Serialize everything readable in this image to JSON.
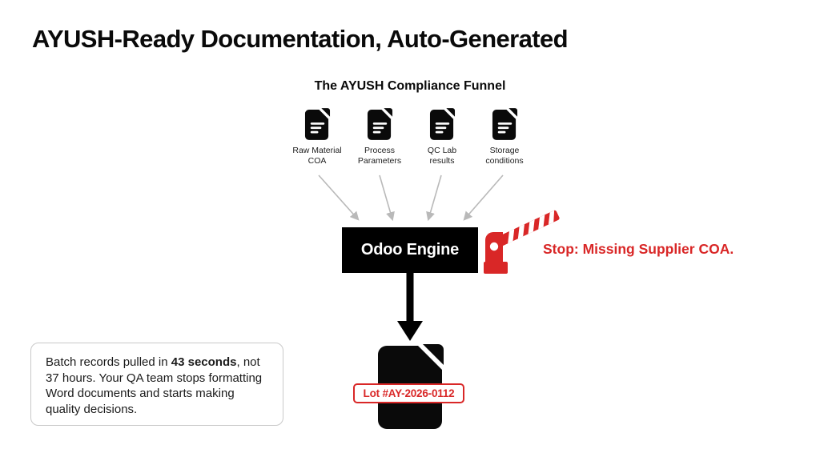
{
  "slide": {
    "title": "AYUSH-Ready Documentation, Auto-Generated",
    "diagram_title": "The AYUSH Compliance Funnel"
  },
  "funnel": {
    "inputs": [
      {
        "icon": "document-icon",
        "label": "Raw Material COA"
      },
      {
        "icon": "document-icon",
        "label": "Process Parameters"
      },
      {
        "icon": "document-icon",
        "label": "QC Lab results"
      },
      {
        "icon": "document-icon",
        "label": "Storage conditions"
      }
    ],
    "engine_label": "Odoo Engine",
    "barrier_icon": "boom-barrier-icon",
    "stop_message": "Stop: Missing Supplier COA.",
    "output_icon": "document-icon",
    "output_lot_label": "Lot #AY-2026-0112"
  },
  "callout": {
    "text_before": "Batch records pulled in ",
    "text_bold": "43 seconds",
    "text_after": ", not 37 hours. Your QA team stops formatting Word documents and starts making quality decisions."
  },
  "colors": {
    "accent_red": "#d92727",
    "engine_fill": "#000000",
    "document_fill": "#0a0a0a",
    "arrow_gray": "#b9b9b9",
    "callout_border": "#c9c9c9",
    "background": "#ffffff"
  }
}
